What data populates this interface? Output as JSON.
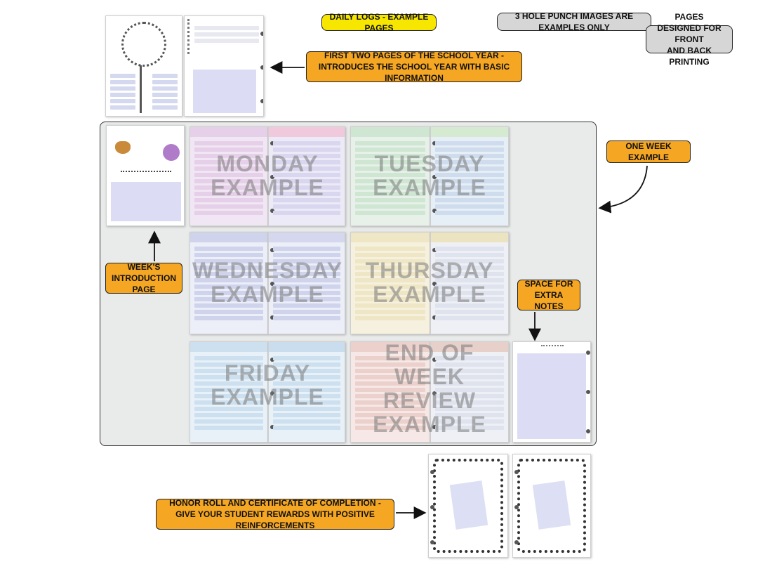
{
  "labels": {
    "daily_logs": "DAILY LOGS - EXAMPLE PAGES",
    "hole_punch": "3 HOLE PUNCH IMAGES ARE EXAMPLES ONLY",
    "front_back": [
      "PAGES DESIGNED FOR FRONT",
      "AND BACK PRINTING"
    ],
    "first_pages": [
      "FIRST TWO PAGES OF THE SCHOOL YEAR -",
      "INTRODUCES THE SCHOOL YEAR WITH BASIC INFORMATION"
    ],
    "one_week": "ONE WEEK EXAMPLE",
    "weeks_intro": [
      "WEEK'S",
      "INTRODUCTION PAGE"
    ],
    "extra_notes": [
      "SPACE FOR",
      "EXTRA NOTES"
    ],
    "honor_roll": [
      "HONOR ROLL AND CERTIFICATE OF COMPLETION -",
      "GIVE YOUR STUDENT REWARDS WITH POSITIVE REINFORCEMENTS"
    ]
  },
  "watermarks": {
    "monday": [
      "MONDAY",
      "EXAMPLE"
    ],
    "tuesday": [
      "TUESDAY",
      "EXAMPLE"
    ],
    "wednesday": [
      "WEDNESDAY",
      "EXAMPLE"
    ],
    "thursday": [
      "THURSDAY",
      "EXAMPLE"
    ],
    "friday": [
      "FRIDAY",
      "EXAMPLE"
    ],
    "end_week": [
      "END OF WEEK",
      "REVIEW",
      "EXAMPLE"
    ]
  },
  "colors": {
    "callout": "#f5a623",
    "daily_logs_tag": "#f7e600",
    "note_tag": "#d6d6d6",
    "panel": "#e9eaea",
    "monday": "#e6cfe8",
    "tuesday": "#cfe6d3",
    "wednesday": "#cfd3ec",
    "thursday": "#efe6c6",
    "friday": "#cde0ef",
    "end_week": "#ecd0cc",
    "notes_page": "#dcdcf4"
  }
}
